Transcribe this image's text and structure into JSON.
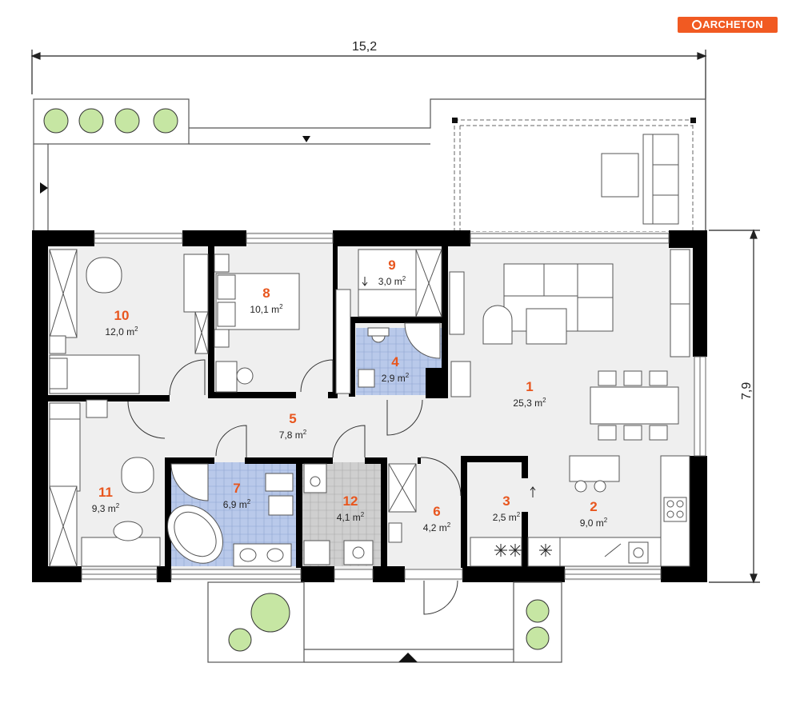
{
  "brand": {
    "name": "ARCHETON",
    "accent": "#f15a22"
  },
  "colors": {
    "wall": "#000000",
    "floor": "#eeeeee",
    "tile_blue": "#b9c9ea",
    "tile_grey": "#cfcfcf",
    "label": "#e8561e"
  },
  "dimensions": {
    "width": "15,2",
    "height": "7,9"
  },
  "unit": "m",
  "rooms": [
    {
      "number": "1",
      "area": "25,3 m"
    },
    {
      "number": "2",
      "area": "9,0 m"
    },
    {
      "number": "3",
      "area": "2,5 m"
    },
    {
      "number": "4",
      "area": "2,9 m"
    },
    {
      "number": "5",
      "area": "7,8 m"
    },
    {
      "number": "6",
      "area": "4,2 m"
    },
    {
      "number": "7",
      "area": "6,9 m"
    },
    {
      "number": "8",
      "area": "10,1 m"
    },
    {
      "number": "9",
      "area": "3,0 m"
    },
    {
      "number": "10",
      "area": "12,0 m"
    },
    {
      "number": "11",
      "area": "9,3 m"
    },
    {
      "number": "12",
      "area": "4,1 m"
    }
  ]
}
